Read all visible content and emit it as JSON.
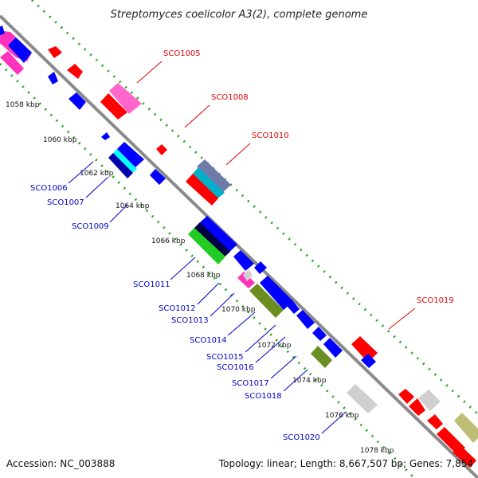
{
  "title": "Streptomyces coelicolor A3(2), complete genome",
  "footer": {
    "accession": "Accession: NC_003888",
    "summary": "Topology: linear; Length: 8,667,507 bp; Genes: 7,854"
  },
  "colors": {
    "forward_label": "#e00000",
    "reverse_label": "#0000cc",
    "backbone": "#8a8a8a",
    "tick_minor": "#22aa22",
    "tick_major": "#116611"
  },
  "kbp_ticks": [
    "1058 kbp",
    "1060 kbp",
    "1062 kbp",
    "1064 kbp",
    "1066 kbp",
    "1068 kbp",
    "1070 kbp",
    "1072 kbp",
    "1074 kbp",
    "1076 kbp",
    "1078 kbp"
  ],
  "forward_labels": [
    "SCO1005",
    "SCO1008",
    "SCO1010",
    "SCO1019"
  ],
  "reverse_labels": [
    "SCO1006",
    "SCO1007",
    "SCO1009",
    "SCO1011",
    "SCO1012",
    "SCO1013",
    "SCO1014",
    "SCO1015",
    "SCO1016",
    "SCO1017",
    "SCO1018",
    "SCO1020"
  ]
}
